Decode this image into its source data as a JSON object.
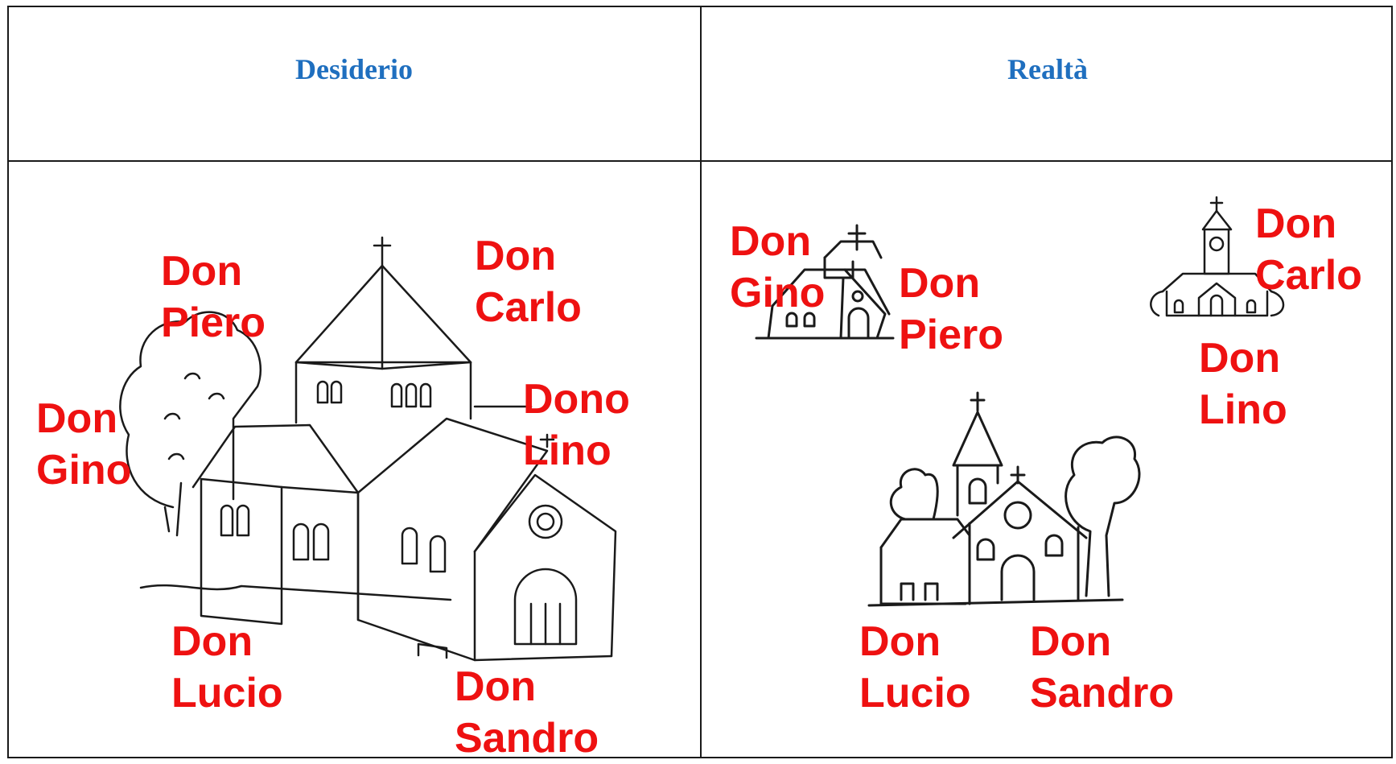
{
  "colors": {
    "header": "#1f6fbf",
    "label": "#ee1111",
    "ink": "#1a1a1a"
  },
  "headers": {
    "left": "Desiderio",
    "right": "Realtà"
  },
  "left_labels": {
    "piero": [
      "Don",
      "Piero"
    ],
    "carlo": [
      "Don",
      "Carlo"
    ],
    "gino": [
      "Don",
      "Gino"
    ],
    "lino": [
      "Dono",
      "Lino"
    ],
    "lucio": [
      "Don",
      "Lucio"
    ],
    "sandro": [
      "Don",
      "Sandro"
    ]
  },
  "right_labels": {
    "gino": [
      "Don",
      "Gino"
    ],
    "piero": [
      "Don",
      "Piero"
    ],
    "carlo": [
      "Don",
      "Carlo"
    ],
    "lino": [
      "Don",
      "Lino"
    ],
    "lucio": [
      "Don",
      "Lucio"
    ],
    "sandro": [
      "Don",
      "Sandro"
    ]
  },
  "icons": [
    "large-church-drawing",
    "small-church-drawing",
    "chapel-drawing",
    "village-church-drawing"
  ]
}
